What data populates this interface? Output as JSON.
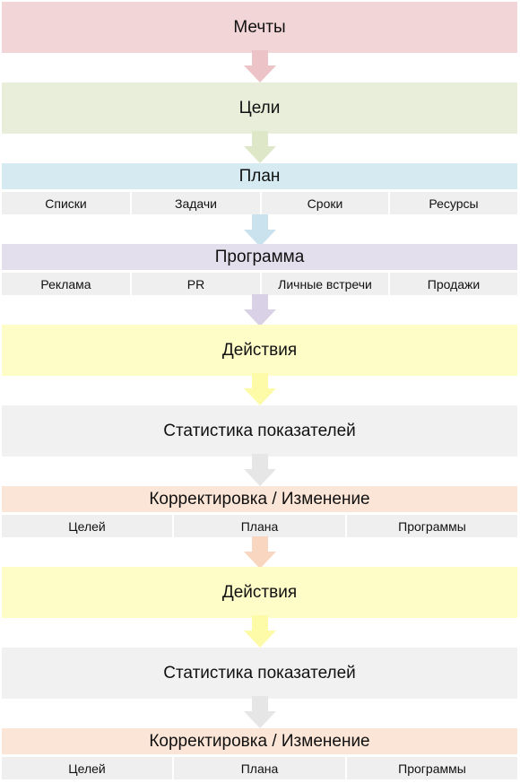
{
  "colors": {
    "dreams": "#f2d5d7",
    "goals": "#e9eedb",
    "plan": "#d6eaf2",
    "program": "#e4dfec",
    "actions": "#fefdc8",
    "stats": "#f1f1f1",
    "correction": "#fbe5d6",
    "cell": "#efefef"
  },
  "steps": {
    "dreams": "Мечты",
    "goals": "Цели",
    "plan": "План",
    "program": "Программа",
    "actions1": "Действия",
    "stats1": "Статистика показателей",
    "correction1": "Корректировка / Изменение",
    "actions2": "Действия",
    "stats2": "Статистика показателей",
    "correction2": "Корректировка / Изменение"
  },
  "plan_items": [
    "Списки",
    "Задачи",
    "Сроки",
    "Ресурсы"
  ],
  "program_items": [
    "Реклама",
    "PR",
    "Личные встречи",
    "Продажи"
  ],
  "correction1_items": [
    "Целей",
    "Плана",
    "Программы"
  ],
  "correction2_items": [
    "Целей",
    "Плана",
    "Программы"
  ]
}
